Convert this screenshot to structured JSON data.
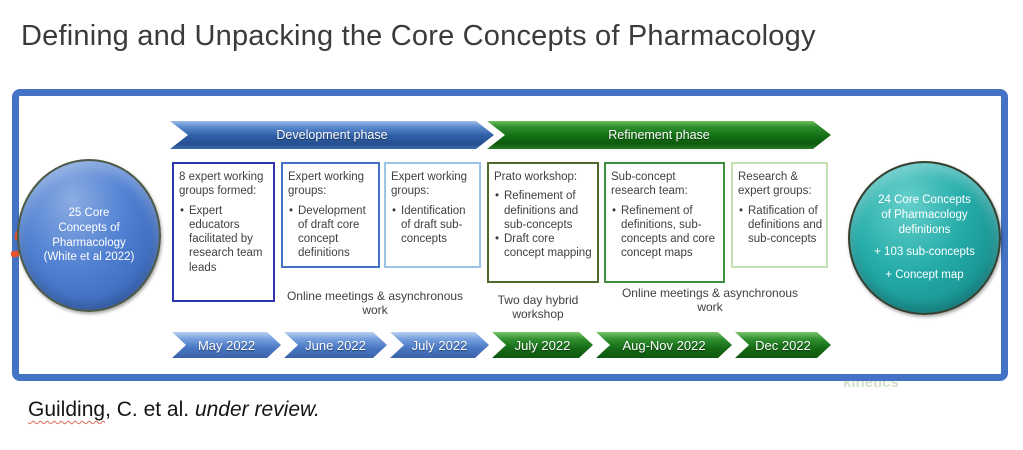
{
  "title": "Defining and Unpacking the Core Concepts of Pharmacology",
  "diagram": {
    "left_circle": {
      "text": "25 Core Concepts of Pharmacology (White et al 2022)"
    },
    "right_circle": {
      "line1": "24 Core Concepts of Pharmacology definitions",
      "line2": "+ 103 sub-concepts",
      "line3": "+ Concept map"
    },
    "phases": [
      {
        "label": "Development phase",
        "color": "#2F5FA8"
      },
      {
        "label": "Refinement phase",
        "color": "#147014"
      }
    ],
    "boxes": [
      {
        "title": "8 expert working groups formed:",
        "bullets": [
          "Expert educators facilitated by research team leads"
        ]
      },
      {
        "title": "Expert working groups:",
        "bullets": [
          "Development of draft core concept definitions"
        ]
      },
      {
        "title": "Expert working groups:",
        "bullets": [
          "Identification of draft sub-concepts"
        ]
      },
      {
        "title": "Prato workshop:",
        "bullets": [
          "Refinement of definitions and sub-concepts",
          "Draft core concept mapping"
        ]
      },
      {
        "title": "Sub-concept research team:",
        "bullets": [
          "Refinement of definitions, sub-concepts and core concept maps"
        ]
      },
      {
        "title": "Research & expert groups:",
        "bullets": [
          "Ratification of definitions and sub-concepts"
        ]
      }
    ],
    "annotations": [
      "Online meetings & asynchronous work",
      "Two day hybrid workshop",
      "Online meetings & asynchronous work"
    ],
    "timeline": [
      {
        "label": "May 2022",
        "phase": "development"
      },
      {
        "label": "June 2022",
        "phase": "development"
      },
      {
        "label": "July 2022",
        "phase": "development"
      },
      {
        "label": "July 2022",
        "phase": "refinement"
      },
      {
        "label": "Aug-Nov 2022",
        "phase": "refinement"
      },
      {
        "label": "Dec 2022",
        "phase": "refinement"
      }
    ],
    "watermark": "kinetics",
    "frame_color": "#4472C4"
  },
  "citation": {
    "name": "Guilding",
    "rest": ", C. et al. ",
    "italic": "under review."
  }
}
